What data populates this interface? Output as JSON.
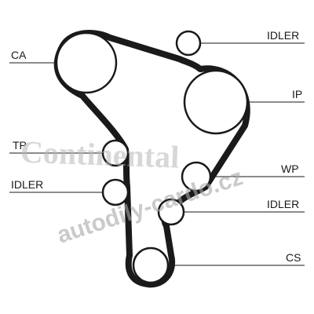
{
  "labels": {
    "ca": "CA",
    "idler_top": "IDLER",
    "ip": "IP",
    "tp": "TP",
    "wp": "WP",
    "idler_left": "IDLER",
    "idler_right": "IDLER",
    "cs": "CS"
  },
  "watermark": {
    "brand": "Continental",
    "site": "autodily-cardo.cz"
  },
  "colors": {
    "line": "#1a1a1a",
    "watermark": "#b0b0b0"
  }
}
